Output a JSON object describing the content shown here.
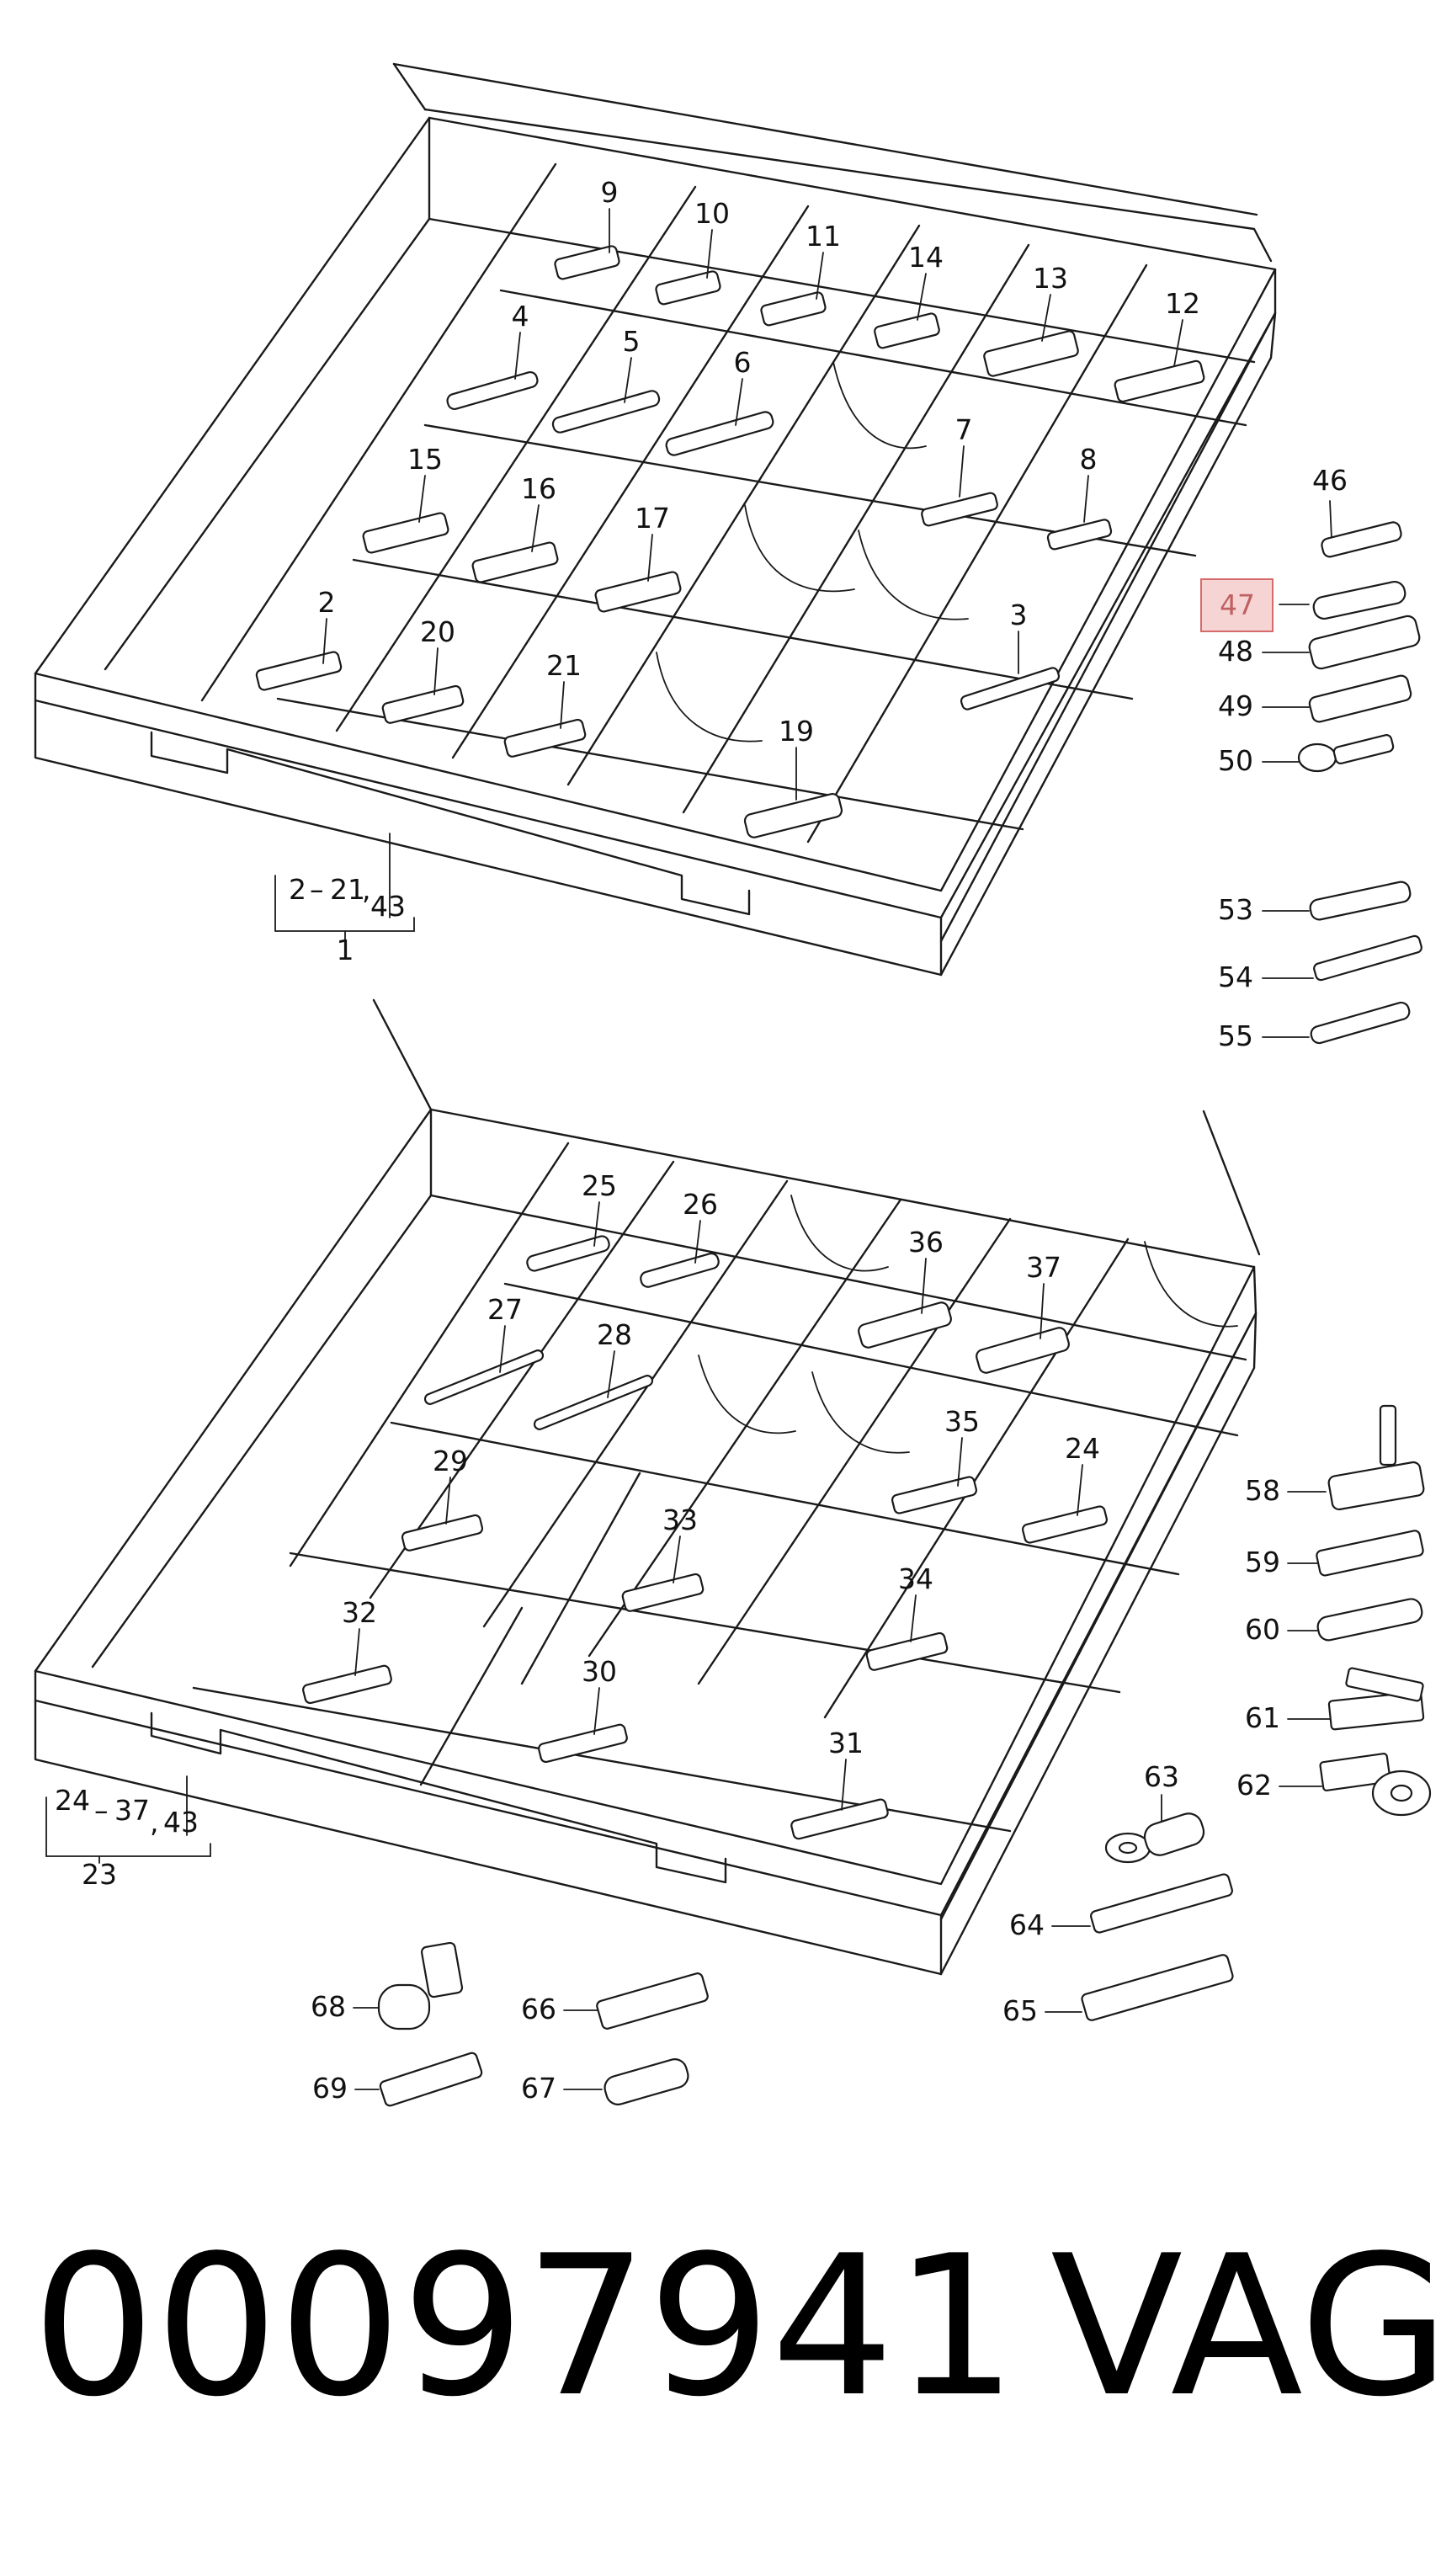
{
  "tray1": {
    "callouts": [
      {
        "id": "9",
        "label": "9"
      },
      {
        "id": "10",
        "label": "10"
      },
      {
        "id": "11",
        "label": "11"
      },
      {
        "id": "14",
        "label": "14"
      },
      {
        "id": "13",
        "label": "13"
      },
      {
        "id": "12",
        "label": "12"
      },
      {
        "id": "4",
        "label": "4"
      },
      {
        "id": "5",
        "label": "5"
      },
      {
        "id": "6",
        "label": "6"
      },
      {
        "id": "7",
        "label": "7"
      },
      {
        "id": "8",
        "label": "8"
      },
      {
        "id": "15",
        "label": "15"
      },
      {
        "id": "16",
        "label": "16"
      },
      {
        "id": "17",
        "label": "17"
      },
      {
        "id": "2",
        "label": "2"
      },
      {
        "id": "20",
        "label": "20"
      },
      {
        "id": "21",
        "label": "21"
      },
      {
        "id": "3",
        "label": "3"
      },
      {
        "id": "19",
        "label": "19"
      }
    ],
    "range_label": {
      "start": "2",
      "dash": "–",
      "end": "21",
      "sep": ",",
      "extra": "43",
      "total": "1"
    }
  },
  "tray2": {
    "callouts": [
      {
        "id": "25",
        "label": "25"
      },
      {
        "id": "26",
        "label": "26"
      },
      {
        "id": "36",
        "label": "36"
      },
      {
        "id": "37",
        "label": "37"
      },
      {
        "id": "27",
        "label": "27"
      },
      {
        "id": "28",
        "label": "28"
      },
      {
        "id": "35",
        "label": "35"
      },
      {
        "id": "24",
        "label": "24"
      },
      {
        "id": "29",
        "label": "29"
      },
      {
        "id": "33",
        "label": "33"
      },
      {
        "id": "34",
        "label": "34"
      },
      {
        "id": "32",
        "label": "32"
      },
      {
        "id": "30",
        "label": "30"
      },
      {
        "id": "31",
        "label": "31"
      }
    ],
    "range_label": {
      "start": "24",
      "dash": "–",
      "end": "37",
      "sep": ",",
      "extra": "43",
      "total": "23"
    }
  },
  "loose_parts": [
    {
      "id": "46",
      "label": "46"
    },
    {
      "id": "47",
      "label": "47",
      "highlighted": true
    },
    {
      "id": "48",
      "label": "48"
    },
    {
      "id": "49",
      "label": "49"
    },
    {
      "id": "50",
      "label": "50"
    },
    {
      "id": "53",
      "label": "53"
    },
    {
      "id": "54",
      "label": "54"
    },
    {
      "id": "55",
      "label": "55"
    },
    {
      "id": "58",
      "label": "58"
    },
    {
      "id": "59",
      "label": "59"
    },
    {
      "id": "60",
      "label": "60"
    },
    {
      "id": "61",
      "label": "61"
    },
    {
      "id": "62",
      "label": "62"
    },
    {
      "id": "63",
      "label": "63"
    },
    {
      "id": "64",
      "label": "64"
    },
    {
      "id": "65",
      "label": "65"
    },
    {
      "id": "66",
      "label": "66"
    },
    {
      "id": "67",
      "label": "67"
    },
    {
      "id": "68",
      "label": "68"
    },
    {
      "id": "69",
      "label": "69"
    }
  ],
  "footer": {
    "part_number": "00097941",
    "brand": "VAG"
  },
  "colors": {
    "line": "#1a1a1a",
    "highlight_fill": "#f6d4d4",
    "highlight_stroke": "#d46a6a",
    "highlight_text": "#c06060"
  }
}
